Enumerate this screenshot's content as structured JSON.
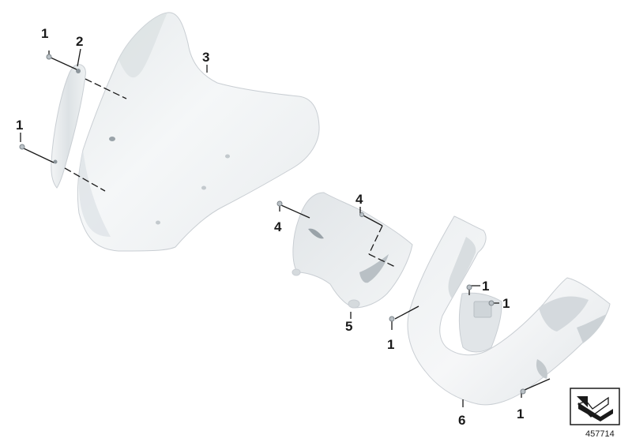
{
  "callouts": {
    "screw_top_left": "1",
    "wind_deflector": "2",
    "windshield": "3",
    "screw_mid_left": "1",
    "bracket_bolt_left": "4",
    "bracket_bolt_right": "4",
    "bracket": "5",
    "fairing_screw_a": "1",
    "fairing_screw_b": "1",
    "fairing_screw_left": "1",
    "fairing": "6",
    "fairing_screw_bottom": "1"
  },
  "diagram_id": "457714",
  "icons": {
    "orientation": "view-direction-arrow-icon"
  },
  "colors": {
    "part_light": "#f4f6f7",
    "part_mid": "#e4e8ea",
    "part_dark": "#cdd3d7",
    "ink": "#1a1a1a"
  }
}
